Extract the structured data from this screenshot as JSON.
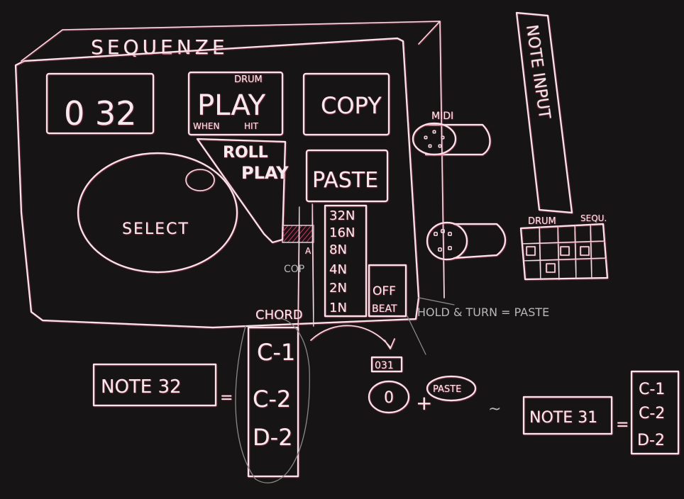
{
  "title": "SEQUENZE",
  "display": {
    "value": "0 32"
  },
  "play_button": {
    "label": "PLAY",
    "top": "DRUM",
    "bottom_left": "WHEN",
    "bottom_right": "HIT"
  },
  "roll_play": {
    "line1": "ROLL",
    "line2": "PLAY"
  },
  "copy_button": {
    "label": "COPY"
  },
  "paste_button": {
    "label": "PASTE"
  },
  "select_knob": {
    "label": "SELECT"
  },
  "note_values": [
    "32N",
    "16N",
    "8N",
    "4N",
    "2N",
    "1N"
  ],
  "off_beat": {
    "line1": "OFF",
    "line2": "BEAT"
  },
  "side_labels": {
    "a": "A",
    "cop": "COP"
  },
  "chord": {
    "label": "CHORD",
    "notes": [
      "C-1",
      "C-2",
      "D-2"
    ]
  },
  "note32": {
    "label": "NOTE 32"
  },
  "equals": "=",
  "formula": {
    "counter": "031",
    "circle": "0",
    "plus": "+",
    "paste": "PASTE",
    "tilde": "~"
  },
  "note31": {
    "label": "NOTE 31",
    "notes": [
      "C-1",
      "C-2",
      "D-2"
    ]
  },
  "midi": {
    "label": "MIDI"
  },
  "notes_input": {
    "label": "NOTE INPUT"
  },
  "drum_seq": {
    "label1": "DRUM",
    "label2": "SEQU."
  },
  "hold_annotation": "HOLD & TURN = PASTE"
}
